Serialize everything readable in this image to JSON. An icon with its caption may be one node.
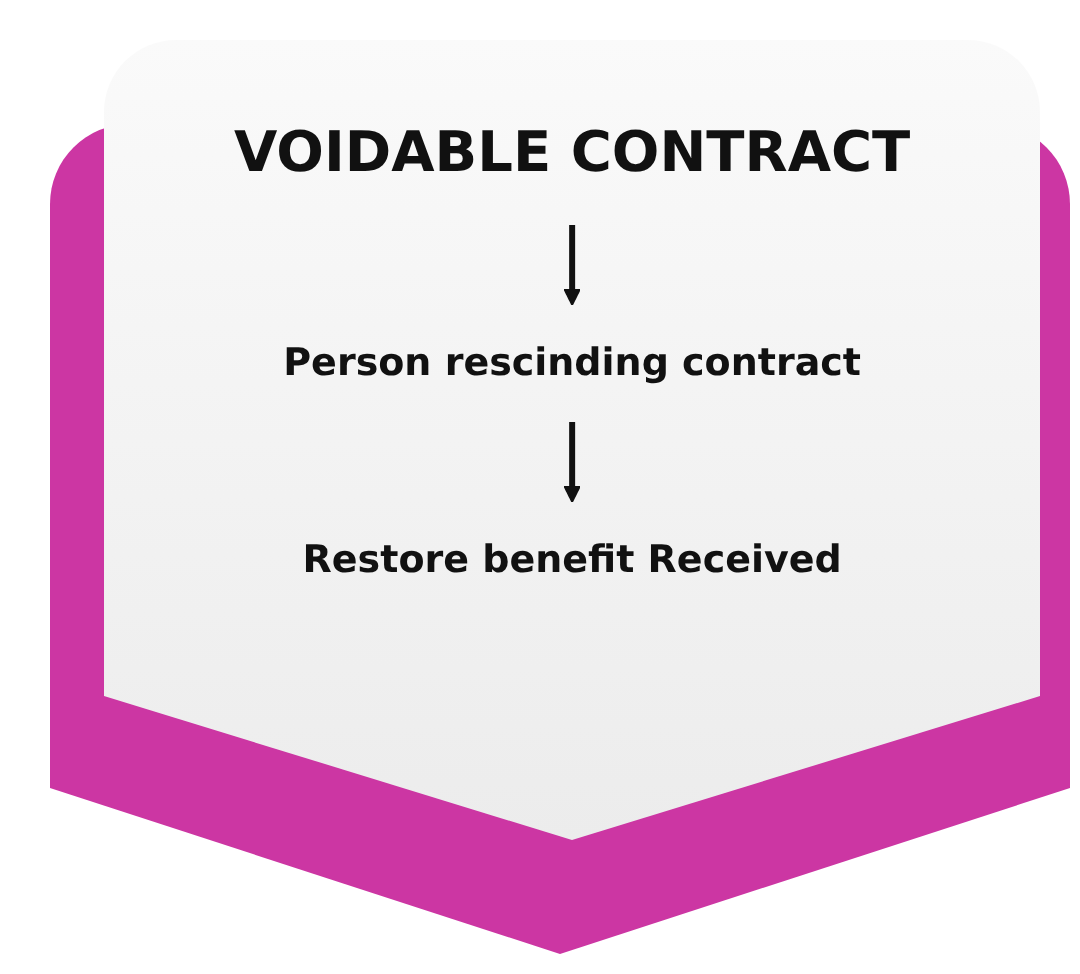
{
  "diagram": {
    "nodes": [
      {
        "text": [
          "VOIDABLE CONTRACT"
        ]
      },
      {
        "text": [
          "Person rescinding contract"
        ]
      },
      {
        "text": [
          "Restore benefit Received"
        ]
      }
    ],
    "edges": [
      {
        "from": 0,
        "to": 1,
        "arrow": "to"
      },
      {
        "from": 1,
        "to": 2,
        "arrow": "to"
      }
    ]
  }
}
